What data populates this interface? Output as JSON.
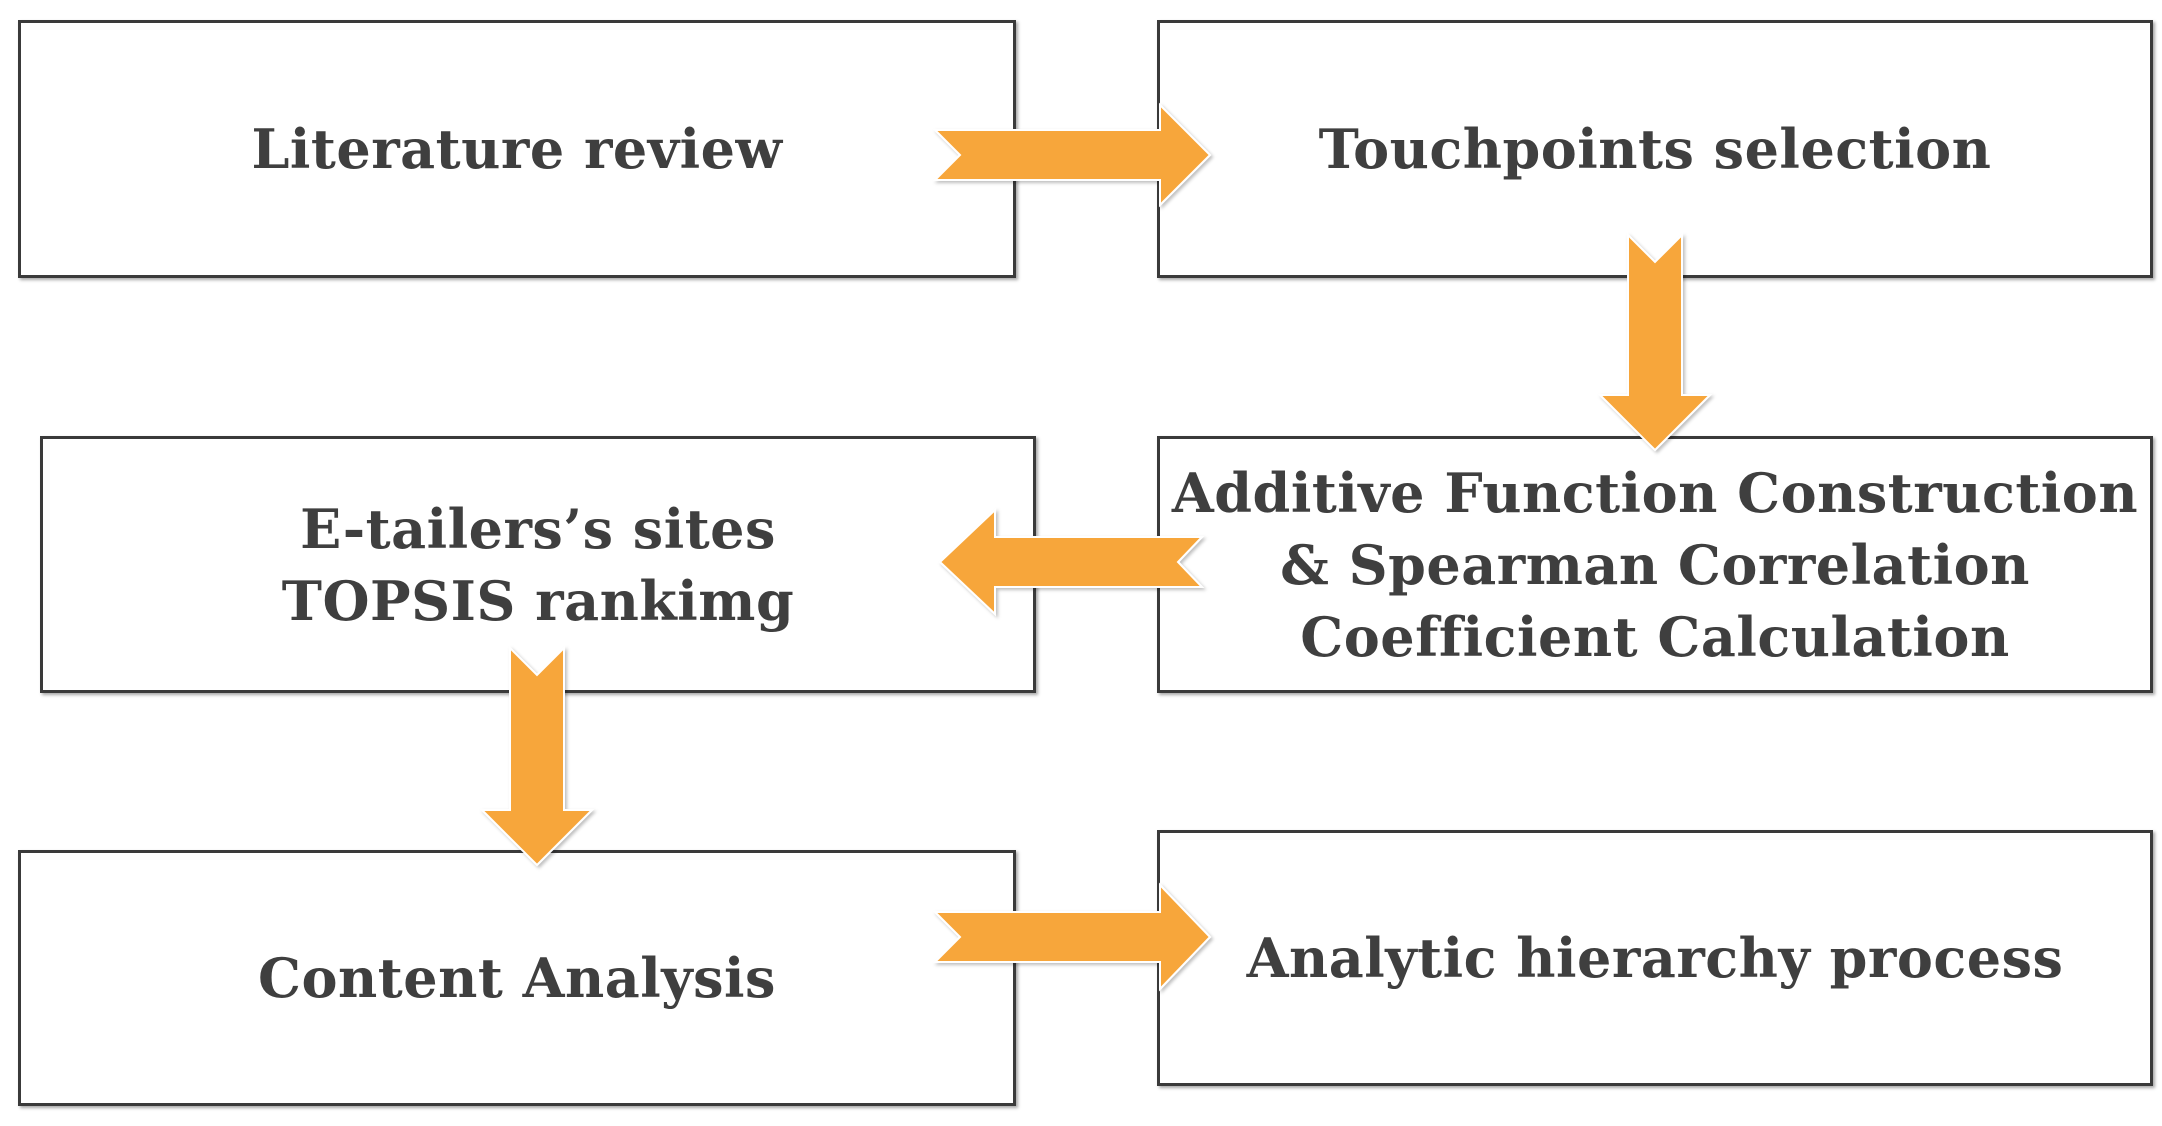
{
  "diagram": {
    "arrow_color": "#F7A63A",
    "box_border_color": "#3a3a3a",
    "text_color": "#3f3f3f",
    "steps": [
      {
        "label": "Literature review"
      },
      {
        "label": "Touchpoints selection"
      },
      {
        "label": "Additive Function Construction\n& Spearman Correlation\nCoefficient Calculation"
      },
      {
        "label": "E-tailers’s sites\nTOPSIS rankimg"
      },
      {
        "label": "Content Analysis"
      },
      {
        "label": "Analytic hierarchy process"
      }
    ]
  }
}
